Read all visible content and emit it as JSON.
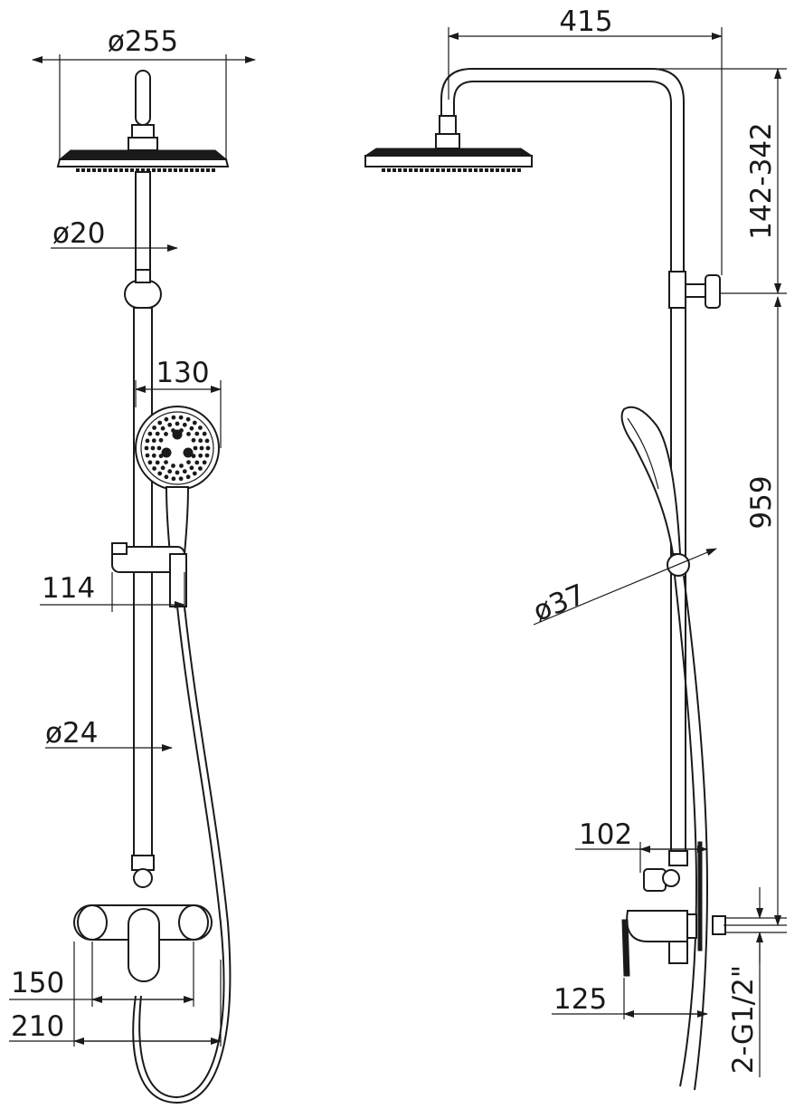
{
  "dimensions": {
    "head_diameter": "ø255",
    "pipe_diameter_top": "ø20",
    "hand_shower_width": "130",
    "holder_width": "114",
    "pipe_diameter_bottom": "ø24",
    "mixer_center": "150",
    "mixer_width": "210",
    "arm_reach": "415",
    "height_adjust": "142-342",
    "total_height": "959",
    "hose_diameter": "ø37",
    "holder_depth": "102",
    "mixer_depth": "125",
    "connection": "2-G1/2\""
  },
  "colors": {
    "line": "#1a1a1a",
    "background": "#ffffff"
  }
}
